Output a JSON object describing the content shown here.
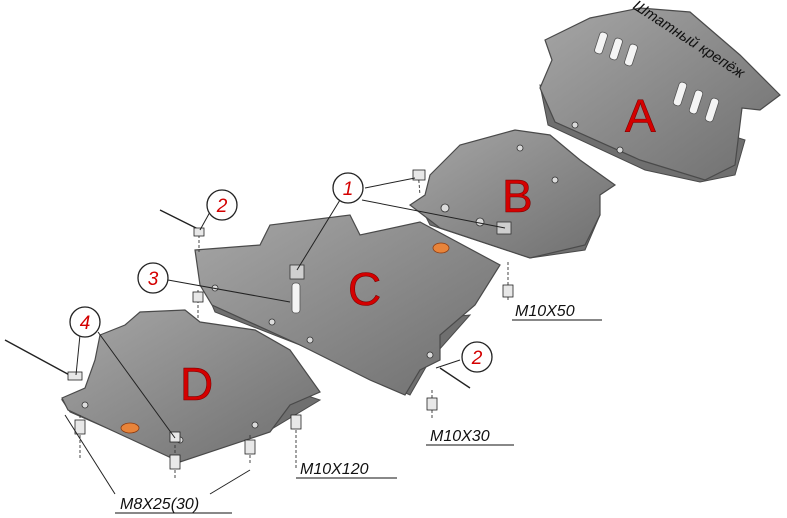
{
  "plates": {
    "a": {
      "label": "A"
    },
    "b": {
      "label": "B"
    },
    "c": {
      "label": "C"
    },
    "d": {
      "label": "D"
    }
  },
  "callouts": {
    "c1": "1",
    "c2_left": "2",
    "c2_right": "2",
    "c3": "3",
    "c4": "4"
  },
  "bolts": {
    "m10x50": "M10X50",
    "m10x30": "M10X30",
    "m10x120": "M10X120",
    "m8x25": "M8X25(30)"
  },
  "annotation": {
    "factory_mount": "Штатный крепёж"
  },
  "colors": {
    "plate_fill": "#8c8c8c",
    "label_red": "#d40000",
    "badge_orange": "#e8843a"
  }
}
